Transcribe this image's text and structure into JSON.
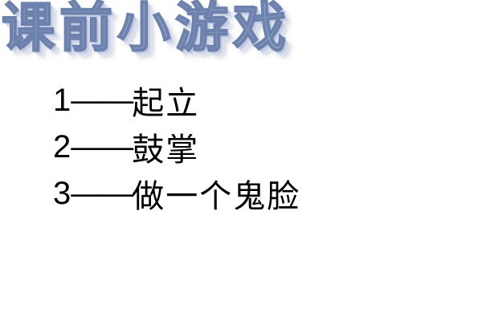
{
  "slide": {
    "title": "课前小游戏",
    "items": [
      {
        "number": "1",
        "dash": "——",
        "text": "起立"
      },
      {
        "number": "2",
        "dash": "——",
        "text": "鼓掌"
      },
      {
        "number": "3",
        "dash": "——",
        "text": "做一个鬼脸"
      }
    ]
  },
  "colors": {
    "title_fill": "#8fa3ca",
    "title_stroke": "#6d81ad",
    "text": "#000000",
    "background": "#ffffff"
  }
}
